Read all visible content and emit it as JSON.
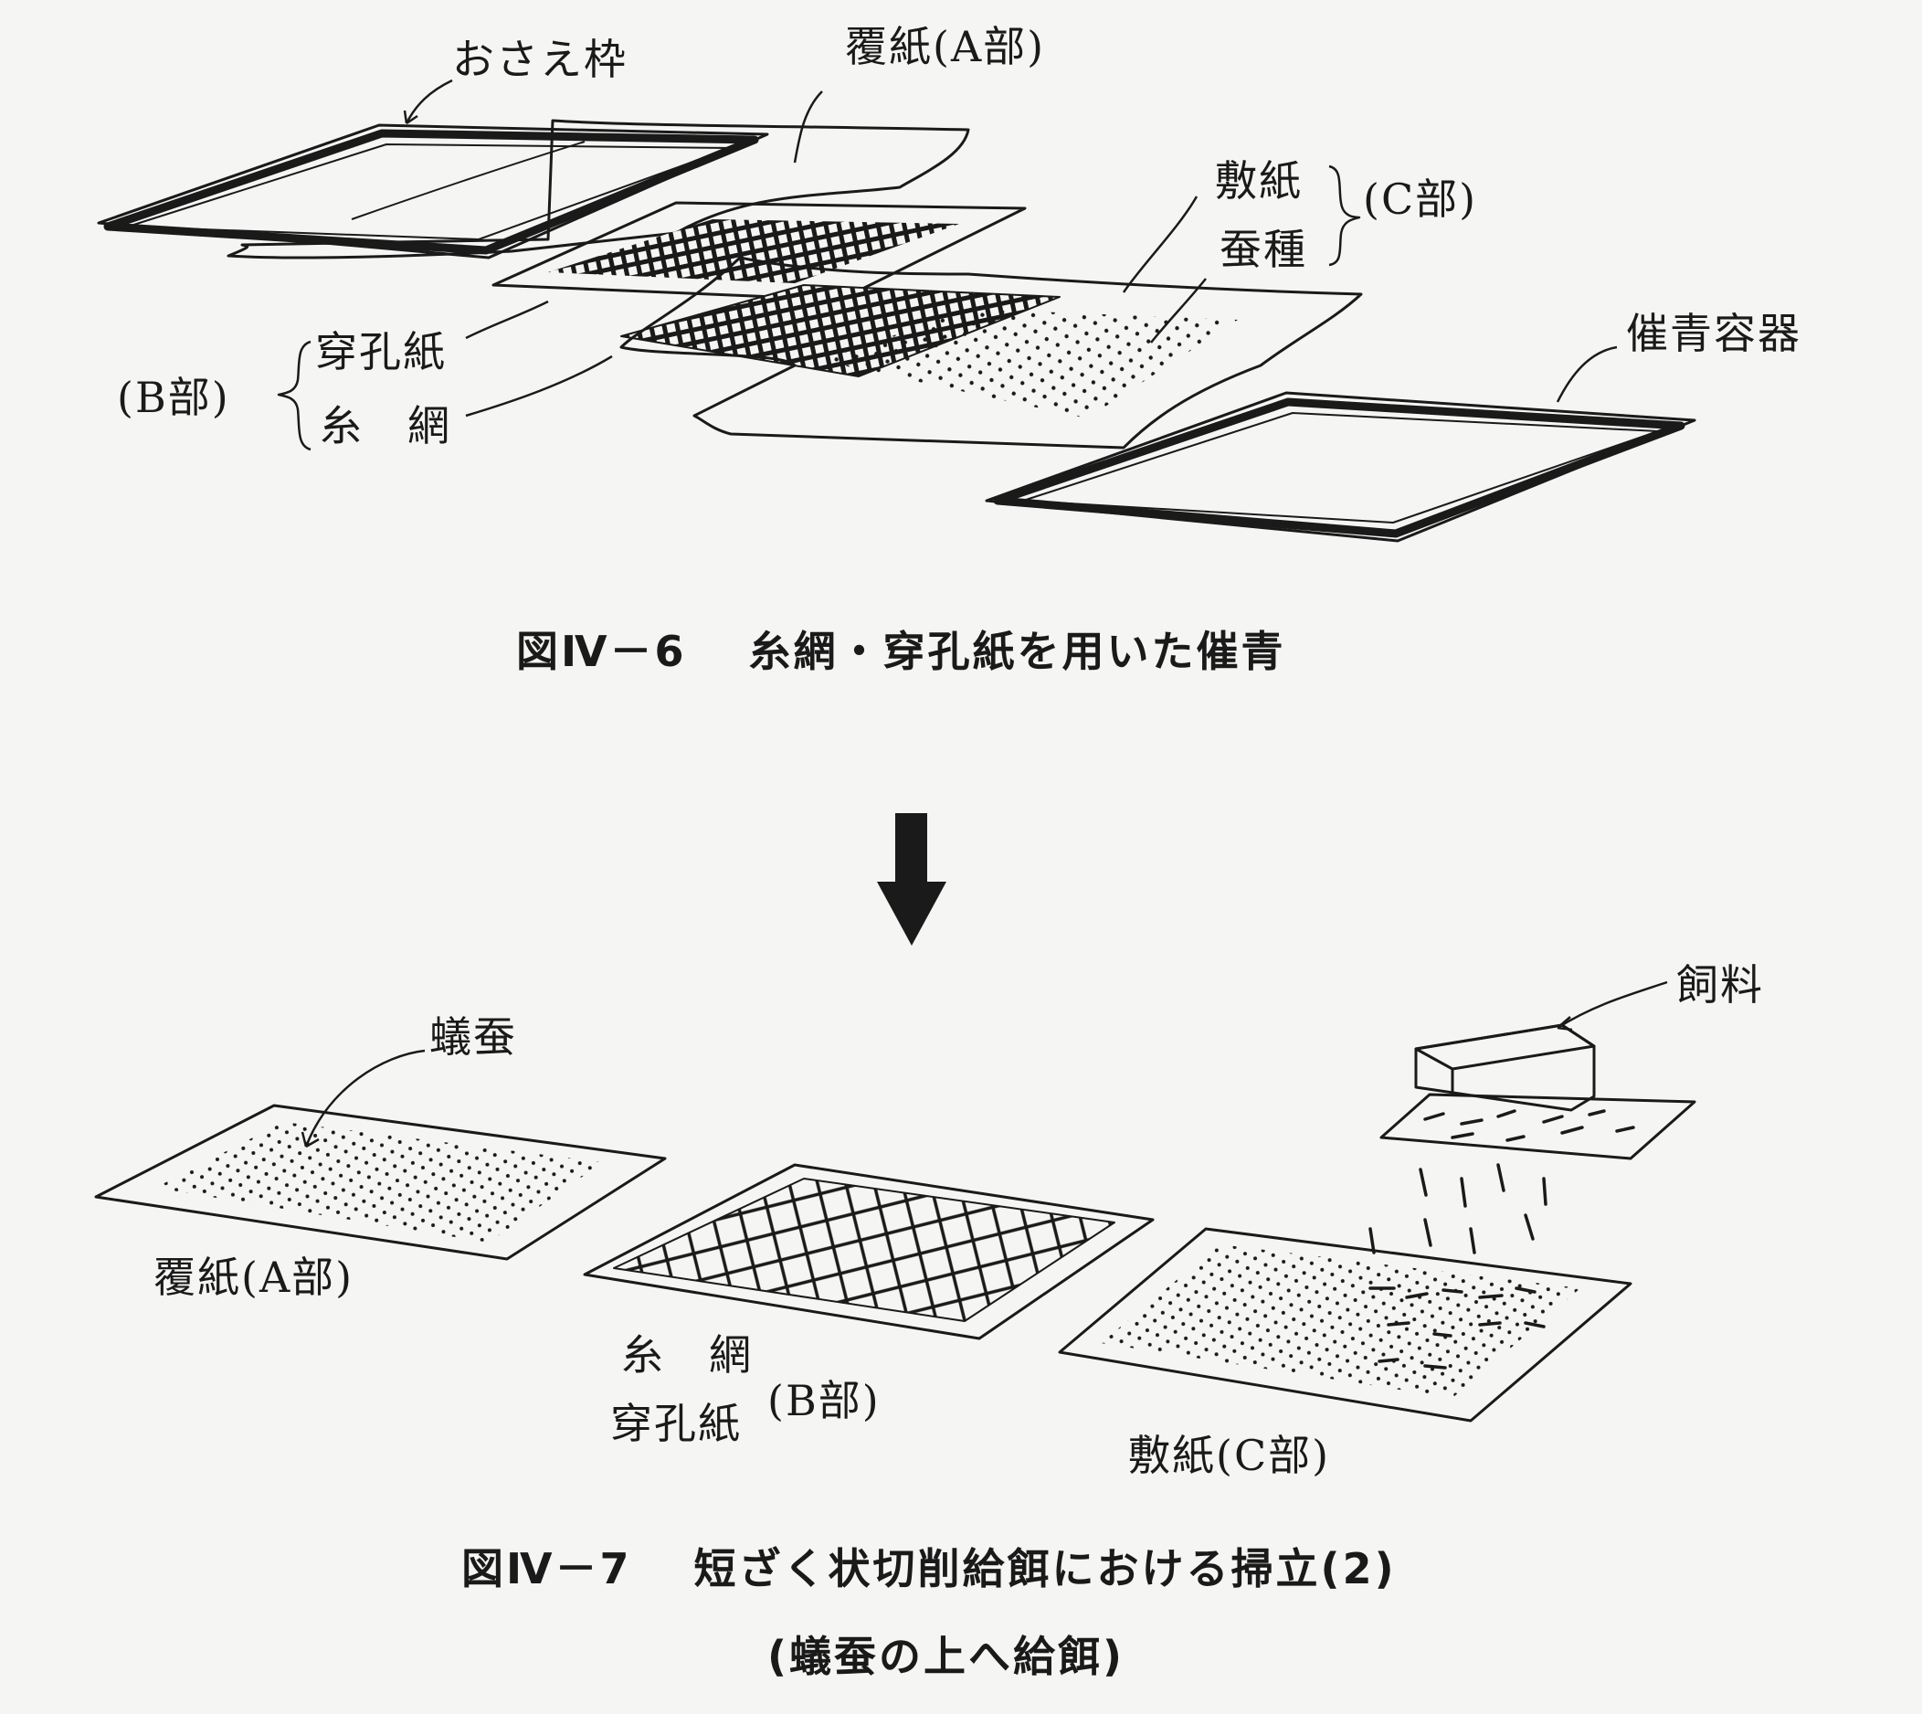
{
  "fig6": {
    "label_frame": "おさえ枠",
    "label_cover": "覆紙(A部)",
    "label_base_paper": "敷紙",
    "label_eggs": "蚕種",
    "label_c_part": "(C部)",
    "label_perforated": "穿孔紙",
    "label_net": "糸　網",
    "label_b_part": "(B部)",
    "label_container": "催青容器",
    "caption": "図Ⅳ－6　 糸網・穿孔紙を用いた催青"
  },
  "fig7": {
    "label_feed": "飼料",
    "label_larvae": "蟻蚕",
    "label_cover": "覆紙(A部)",
    "label_net": "糸　網",
    "label_perforated": "穿孔紙",
    "label_b_part": "(B部)",
    "label_base": "敷紙(C部)",
    "caption": "図Ⅳ－7　 短ざく状切削給餌における掃立(2)",
    "subcaption": "(蟻蚕の上へ給餌)"
  },
  "colors": {
    "ink": "#1a1a1a",
    "paper": "#f5f5f3"
  },
  "icons": {
    "transition": "down-arrow-icon"
  }
}
